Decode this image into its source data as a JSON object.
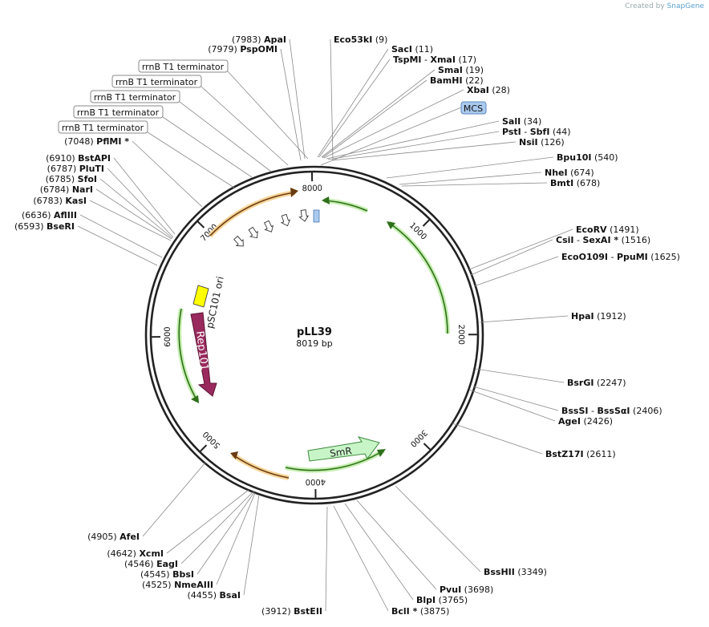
{
  "credit": {
    "created_by": "Created by",
    "brand": "SnapGene"
  },
  "plasmid": {
    "name": "pLL39",
    "size_label": "8019 bp",
    "length": 8019
  },
  "ticks": [
    {
      "value": 1000,
      "label": "1000"
    },
    {
      "value": 2000,
      "label": "2000"
    },
    {
      "value": 3000,
      "label": "3000"
    },
    {
      "value": 4000,
      "label": "4000"
    },
    {
      "value": 5000,
      "label": "5000"
    },
    {
      "value": 6000,
      "label": "6000"
    },
    {
      "value": 7000,
      "label": "7000"
    },
    {
      "value": 8000,
      "label": "8000"
    }
  ],
  "sites": [
    {
      "parts": [
        {
          "n": "ApaI"
        }
      ],
      "pos": "(7983)",
      "side": "L",
      "bp": 7983
    },
    {
      "parts": [
        {
          "n": "PspOMI"
        }
      ],
      "pos": "(7979)",
      "side": "L",
      "bp": 7979
    },
    {
      "parts": [
        {
          "n": "Eco53kI"
        }
      ],
      "pos": "(9)",
      "side": "R",
      "bp": 9
    },
    {
      "parts": [
        {
          "n": "SacI"
        }
      ],
      "pos": "(11)",
      "side": "R",
      "bp": 11
    },
    {
      "parts": [
        {
          "n": "TspMI"
        },
        {
          "n": "XmaI"
        }
      ],
      "pos": "(17)",
      "side": "R",
      "bp": 17
    },
    {
      "parts": [
        {
          "n": "SmaI"
        }
      ],
      "pos": "(19)",
      "side": "R",
      "bp": 19
    },
    {
      "parts": [
        {
          "n": "BamHI"
        }
      ],
      "pos": "(22)",
      "side": "R",
      "bp": 22
    },
    {
      "parts": [
        {
          "n": "XbaI"
        }
      ],
      "pos": "(28)",
      "side": "R",
      "bp": 28
    },
    {
      "parts": [
        {
          "n": "SalI"
        }
      ],
      "pos": "(34)",
      "side": "R",
      "bp": 34
    },
    {
      "parts": [
        {
          "n": "PstI"
        },
        {
          "n": "SbfI"
        }
      ],
      "pos": "(44)",
      "side": "R",
      "bp": 44
    },
    {
      "parts": [
        {
          "n": "NsiI"
        }
      ],
      "pos": "(126)",
      "side": "R",
      "bp": 126
    },
    {
      "parts": [
        {
          "n": "Bpu10I"
        }
      ],
      "pos": "(540)",
      "side": "R",
      "bp": 540
    },
    {
      "parts": [
        {
          "n": "NheI"
        }
      ],
      "pos": "(674)",
      "side": "R",
      "bp": 674
    },
    {
      "parts": [
        {
          "n": "BmtI"
        }
      ],
      "pos": "(678)",
      "side": "R",
      "bp": 678
    },
    {
      "parts": [
        {
          "n": "EcoRV"
        }
      ],
      "pos": "(1491)",
      "side": "R",
      "bp": 1491
    },
    {
      "parts": [
        {
          "n": "CsiI"
        },
        {
          "n": "SexAI *"
        }
      ],
      "pos": "(1516)",
      "side": "R",
      "bp": 1516
    },
    {
      "parts": [
        {
          "n": "EcoO109I"
        },
        {
          "n": "PpuMI"
        }
      ],
      "pos": "(1625)",
      "side": "R",
      "bp": 1625
    },
    {
      "parts": [
        {
          "n": "HpaI"
        }
      ],
      "pos": "(1912)",
      "side": "R",
      "bp": 1912
    },
    {
      "parts": [
        {
          "n": "BsrGI"
        }
      ],
      "pos": "(2247)",
      "side": "R",
      "bp": 2247
    },
    {
      "parts": [
        {
          "n": "BssSI"
        },
        {
          "n": "BssSαI"
        }
      ],
      "pos": "(2406)",
      "side": "R",
      "bp": 2406
    },
    {
      "parts": [
        {
          "n": "AgeI"
        }
      ],
      "pos": "(2426)",
      "side": "R",
      "bp": 2426
    },
    {
      "parts": [
        {
          "n": "BstZ17I"
        }
      ],
      "pos": "(2611)",
      "side": "R",
      "bp": 2611
    },
    {
      "parts": [
        {
          "n": "BssHII"
        }
      ],
      "pos": "(3349)",
      "side": "R",
      "bp": 3349
    },
    {
      "parts": [
        {
          "n": "PvuI"
        }
      ],
      "pos": "(3698)",
      "side": "R",
      "bp": 3698
    },
    {
      "parts": [
        {
          "n": "BlpI"
        }
      ],
      "pos": "(3765)",
      "side": "R",
      "bp": 3765
    },
    {
      "parts": [
        {
          "n": "BclI *"
        }
      ],
      "pos": "(3875)",
      "side": "R",
      "bp": 3875
    },
    {
      "parts": [
        {
          "n": "BstEII"
        }
      ],
      "pos": "(3912)",
      "side": "L",
      "bp": 3912
    },
    {
      "parts": [
        {
          "n": "BsaI"
        }
      ],
      "pos": "(4455)",
      "side": "L",
      "bp": 4455
    },
    {
      "parts": [
        {
          "n": "NmeAIII"
        }
      ],
      "pos": "(4525)",
      "side": "L",
      "bp": 4525
    },
    {
      "parts": [
        {
          "n": "BbsI"
        }
      ],
      "pos": "(4545)",
      "side": "L",
      "bp": 4545
    },
    {
      "parts": [
        {
          "n": "EagI"
        }
      ],
      "pos": "(4546)",
      "side": "L",
      "bp": 4546
    },
    {
      "parts": [
        {
          "n": "XcmI"
        }
      ],
      "pos": "(4642)",
      "side": "L",
      "bp": 4642
    },
    {
      "parts": [
        {
          "n": "AfeI"
        }
      ],
      "pos": "(4905)",
      "side": "L",
      "bp": 4905
    },
    {
      "parts": [
        {
          "n": "BseRI"
        }
      ],
      "pos": "(6593)",
      "side": "L",
      "bp": 6593
    },
    {
      "parts": [
        {
          "n": "AflIII"
        }
      ],
      "pos": "(6636)",
      "side": "L",
      "bp": 6636
    },
    {
      "parts": [
        {
          "n": "KasI"
        }
      ],
      "pos": "(6783)",
      "side": "L",
      "bp": 6783
    },
    {
      "parts": [
        {
          "n": "NarI"
        }
      ],
      "pos": "(6784)",
      "side": "L",
      "bp": 6784
    },
    {
      "parts": [
        {
          "n": "SfoI"
        }
      ],
      "pos": "(6785)",
      "side": "L",
      "bp": 6785
    },
    {
      "parts": [
        {
          "n": "PluTI"
        }
      ],
      "pos": "(6787)",
      "side": "L",
      "bp": 6787
    },
    {
      "parts": [
        {
          "n": "BstAPI"
        }
      ],
      "pos": "(6910)",
      "side": "L",
      "bp": 6910
    },
    {
      "parts": [
        {
          "n": "PflMI *"
        }
      ],
      "pos": "(7048)",
      "side": "L",
      "bp": 7048
    }
  ],
  "boxed_labels": [
    {
      "text": "rrnB T1 terminator"
    },
    {
      "text": "rrnB T1 terminator"
    },
    {
      "text": "rrnB T1 terminator"
    },
    {
      "text": "rrnB T1 terminator"
    },
    {
      "text": "rrnB T1 terminator"
    },
    {
      "text": "MCS",
      "color": "#a9c9ee"
    }
  ],
  "features": [
    {
      "label": "SmR",
      "color": "#c8f5c8"
    },
    {
      "label": "Rep101",
      "color": "#9a2a5e"
    },
    {
      "label": "pSC101 ori",
      "color": "#ffff00"
    }
  ],
  "colors": {
    "backbone": "#222222",
    "green_arc": "#5cb82e",
    "orange_arc": "#f0a040",
    "terminator": "#ffffff"
  }
}
